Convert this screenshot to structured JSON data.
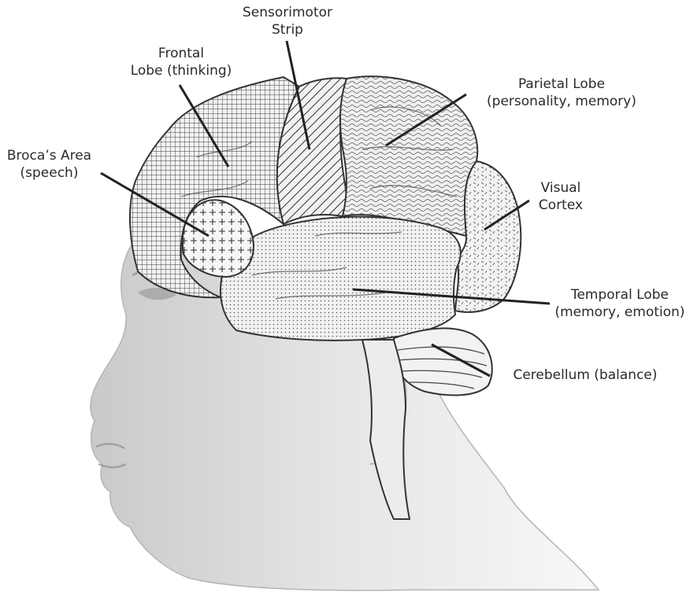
{
  "labels": {
    "sensorimotor": {
      "line1": "Sensorimotor",
      "line2": "Strip"
    },
    "frontal": {
      "line1": "Frontal",
      "line2": "Lobe (thinking)"
    },
    "parietal": {
      "line1": "Parietal Lobe",
      "line2": "(personality, memory)"
    },
    "broca": {
      "line1": "Broca’s Area",
      "line2": "(speech)"
    },
    "visual": {
      "line1": "Visual",
      "line2": "Cortex"
    },
    "temporal": {
      "line1": "Temporal Lobe",
      "line2": "(memory, emotion)"
    },
    "cerebellum": {
      "line1": "Cerebellum (balance)"
    }
  },
  "colors": {
    "ink": "#2a2a2a",
    "skin_shade": "#b9b9b9",
    "region_fill": "#e9e9e9"
  }
}
